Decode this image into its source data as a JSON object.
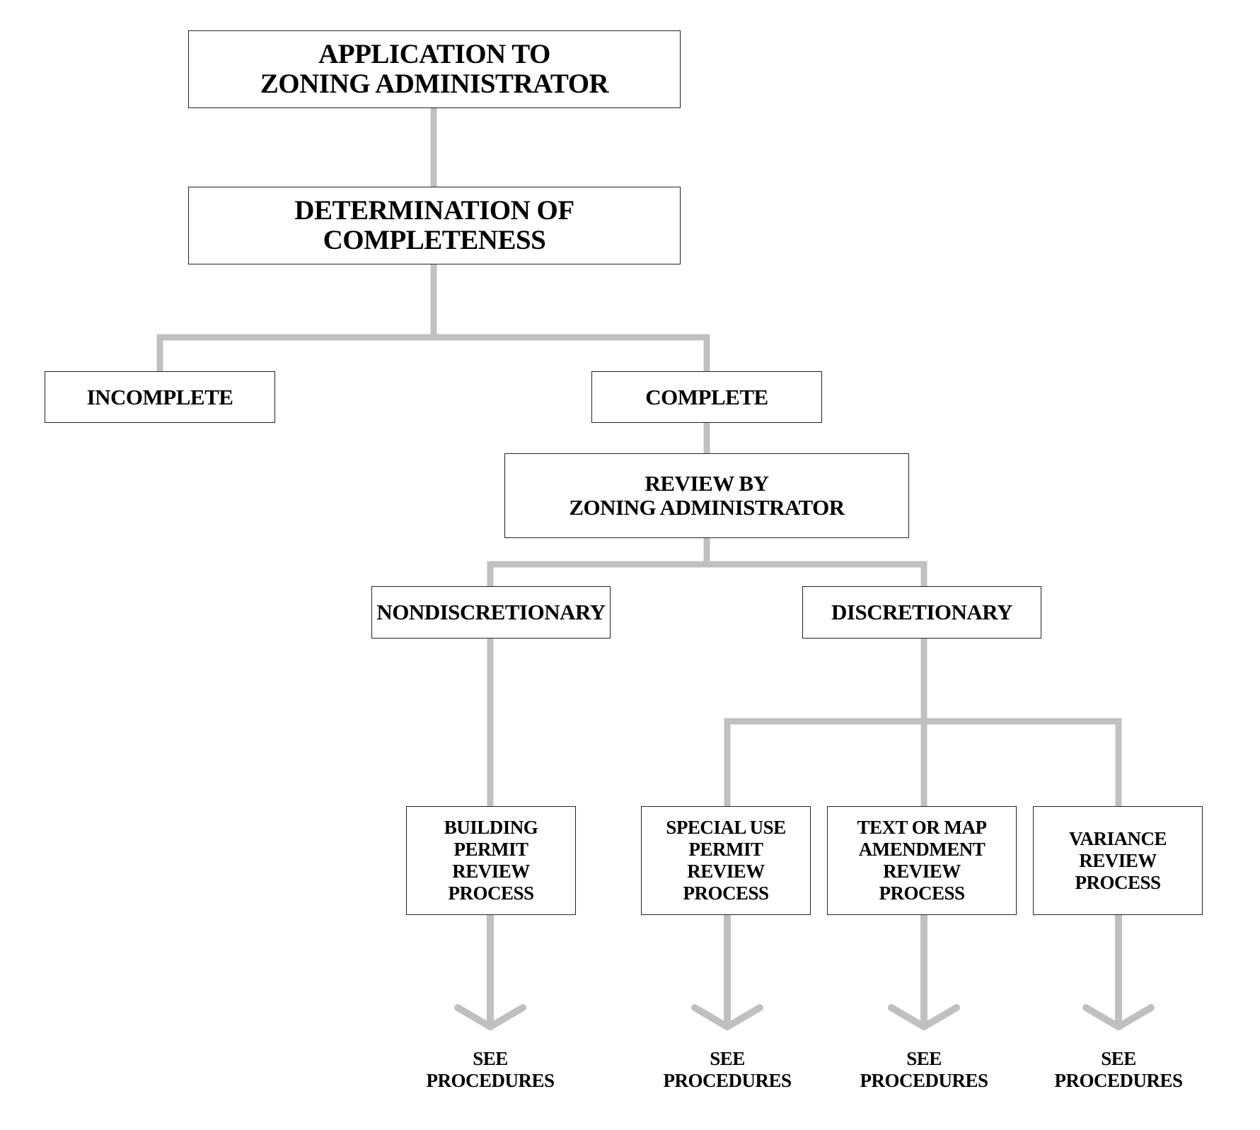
{
  "colors": {
    "connector": "#c0c0c0",
    "box_border": "#222222",
    "text": "#000000"
  },
  "nodes": {
    "application": {
      "line1": "APPLICATION TO",
      "line2": "ZONING ADMINISTRATOR"
    },
    "determination": {
      "line1": "DETERMINATION OF",
      "line2": "COMPLETENESS"
    },
    "incomplete": {
      "label": "INCOMPLETE"
    },
    "complete": {
      "label": "COMPLETE"
    },
    "review": {
      "line1": "REVIEW BY",
      "line2": "ZONING ADMINISTRATOR"
    },
    "nondiscretionary": {
      "label": "NONDISCRETIONARY"
    },
    "discretionary": {
      "label": "DISCRETIONARY"
    },
    "building_permit": {
      "lines": [
        "BUILDING",
        "PERMIT",
        "REVIEW",
        "PROCESS"
      ]
    },
    "special_use": {
      "lines": [
        "SPECIAL USE",
        "PERMIT",
        "REVIEW",
        "PROCESS"
      ]
    },
    "text_map": {
      "lines": [
        "TEXT OR MAP",
        "AMENDMENT",
        "REVIEW",
        "PROCESS"
      ]
    },
    "variance": {
      "lines": [
        "VARIANCE",
        "REVIEW",
        "PROCESS"
      ]
    }
  },
  "procedures": [
    {
      "line1": "SEE",
      "line2": "PROCEDURES"
    },
    {
      "line1": "SEE",
      "line2": "PROCEDURES"
    },
    {
      "line1": "SEE",
      "line2": "PROCEDURES"
    },
    {
      "line1": "SEE",
      "line2": "PROCEDURES"
    }
  ]
}
